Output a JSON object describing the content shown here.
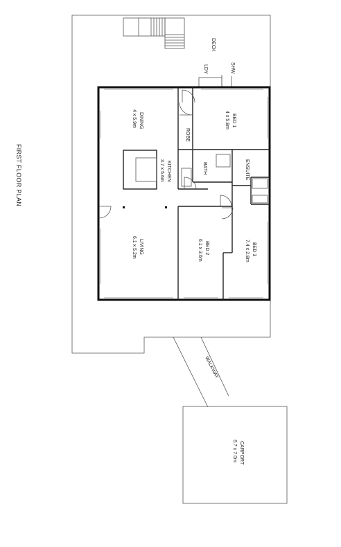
{
  "plan_title": "FIRST FLOOR PLAN",
  "rooms": {
    "deck": "DECK",
    "shw": "SHW",
    "ldy": "LDY",
    "bed1": {
      "name": "BED 1",
      "size": "4 x 5.8m"
    },
    "dining": {
      "name": "DINING",
      "size": "4 x 5.9m"
    },
    "robe": "ROBE",
    "kitchen": {
      "name": "KITCHEN",
      "size": "3.7 x 5.6m"
    },
    "bath": "BATH",
    "ensuite": "ENSUITE",
    "living": {
      "name": "LIVING",
      "size": "6.1 x 5.2m"
    },
    "bed2": {
      "name": "BED 2",
      "size": "6.1 x 3.6m"
    },
    "bed3": {
      "name": "BED 3",
      "size": "7.4 x 2.8m"
    },
    "walkway": "WALKWAY",
    "carport": {
      "name": "CARPORT",
      "size": "6.7 x 7.0m"
    }
  }
}
